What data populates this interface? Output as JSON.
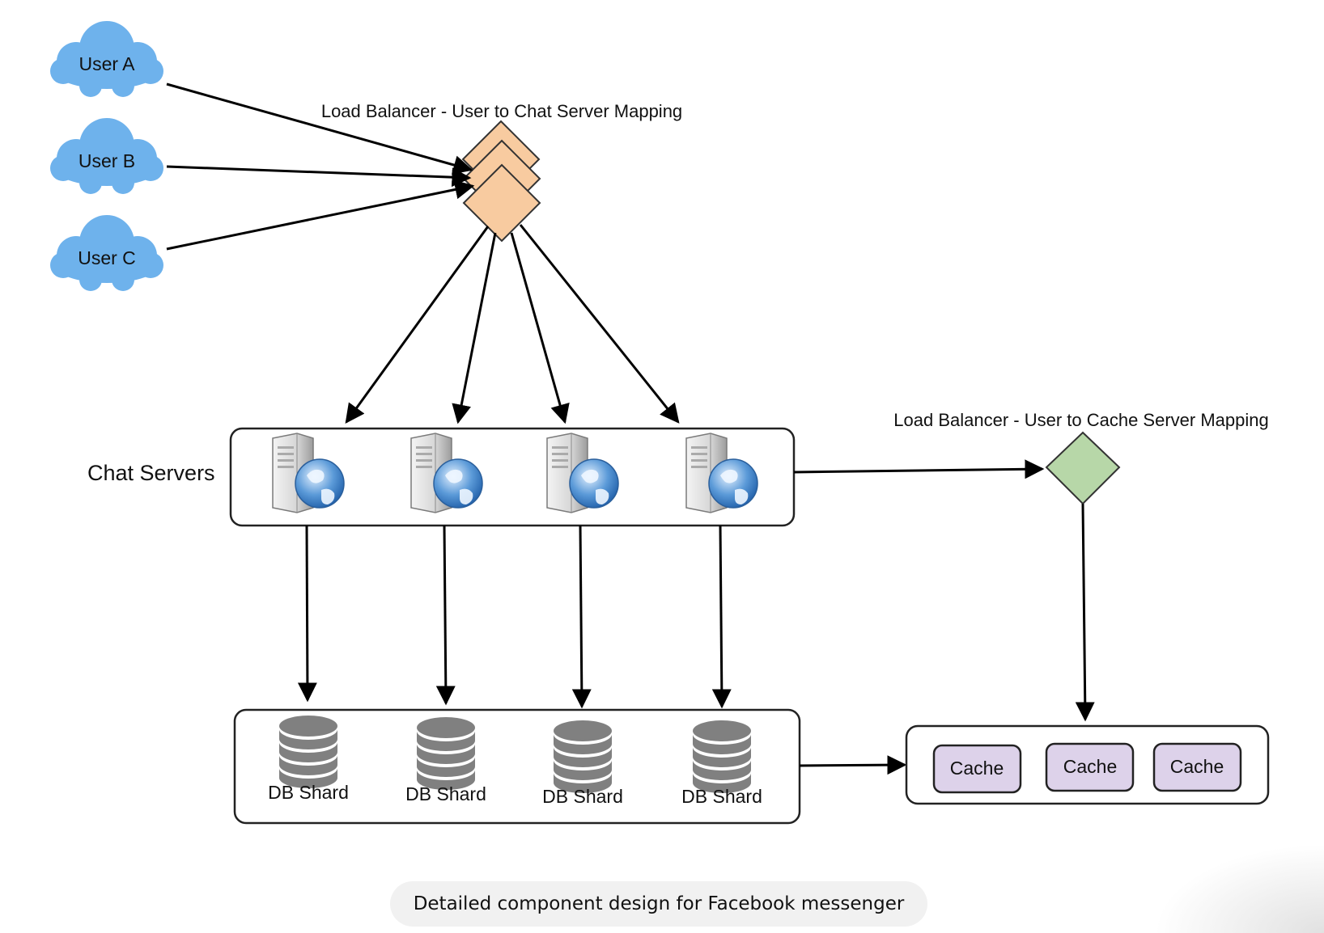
{
  "users": [
    {
      "label": "User A"
    },
    {
      "label": "User B"
    },
    {
      "label": "User C"
    }
  ],
  "load_balancer_chat": {
    "label": "Load Balancer - User to Chat Server Mapping",
    "color": "#f8cba0"
  },
  "load_balancer_cache": {
    "label": "Load Balancer - User to Cache Server Mapping",
    "color": "#b7d7a8"
  },
  "chat_servers": {
    "label": "Chat Servers",
    "count": 4
  },
  "db_shards": [
    {
      "label": "DB Shard"
    },
    {
      "label": "DB Shard"
    },
    {
      "label": "DB Shard"
    },
    {
      "label": "DB Shard"
    }
  ],
  "caches": [
    {
      "label": "Cache"
    },
    {
      "label": "Cache"
    },
    {
      "label": "Cache"
    }
  ],
  "caption": "Detailed component design for Facebook messenger",
  "colors": {
    "cloud": "#6eb2ec",
    "cache_fill": "#ddd2ea",
    "db": "#808080",
    "globe": "#4f8fd0"
  }
}
